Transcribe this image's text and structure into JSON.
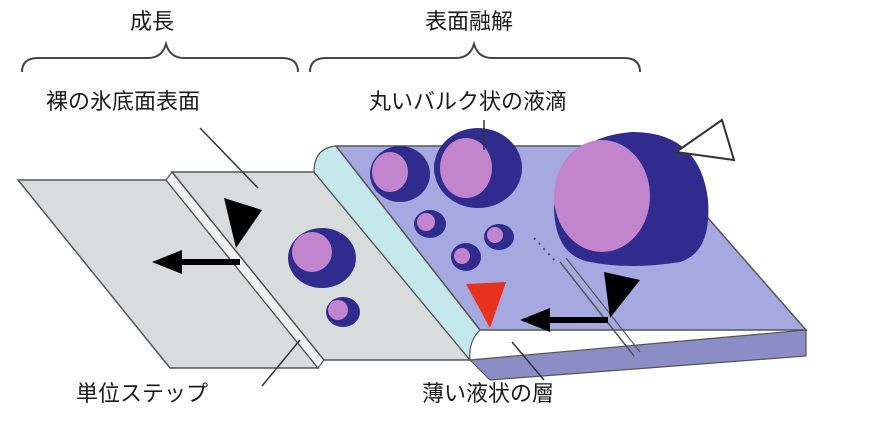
{
  "labels": {
    "growth": "成長",
    "surface_melting": "表面融解",
    "bare_basal_surface": "裸の氷底面表面",
    "round_bulk_droplets": "丸いバルク状の液滴",
    "unit_step": "単位ステップ",
    "thin_liquid_layer": "薄い液状の層"
  },
  "colors": {
    "ice_surface": "#d9dcdc",
    "ice_edge": "#b9bcbc",
    "liquid_layer": "#a6a9df",
    "liquid_edge": "#8a8dc6",
    "step_highlight": "#c4e8ec",
    "droplet_outer": "#2f2c8e",
    "droplet_inner": "#c184cd",
    "arrow_black": "#000000",
    "marker_red": "#e8321e",
    "outline": "#444444"
  }
}
